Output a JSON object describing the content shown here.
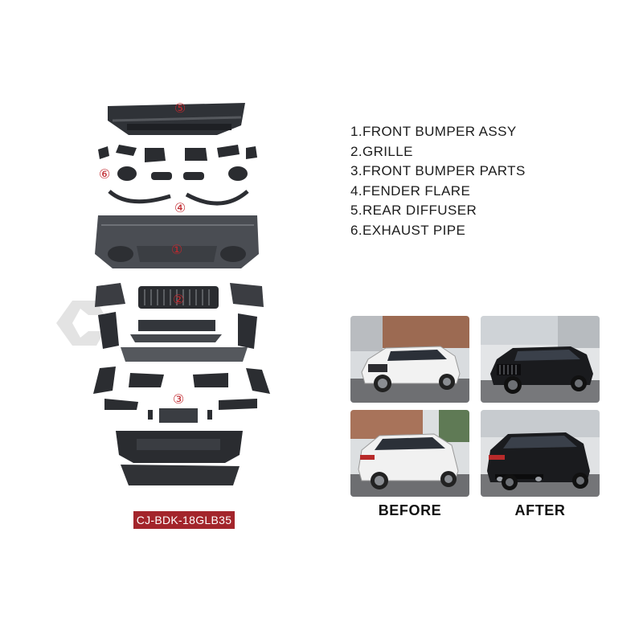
{
  "parts_list": [
    "1.FRONT BUMPER ASSY",
    "2.GRILLE",
    "3.FRONT BUMPER PARTS",
    "4.FENDER FLARE",
    "5.REAR DIFFUSER",
    "6.EXHAUST PIPE"
  ],
  "callouts": [
    "①",
    "②",
    "③",
    "④",
    "⑤",
    "⑥"
  ],
  "part_code": "CJ-BDK-18GLB35",
  "captions": {
    "before": "BEFORE",
    "after": "AFTER"
  },
  "colors": {
    "callout_red": "#c0282e",
    "code_badge": "#a3252b",
    "part_grey": "#3a3d42",
    "white_car": "#f2f2f2",
    "black_car": "#1a1b1e"
  }
}
